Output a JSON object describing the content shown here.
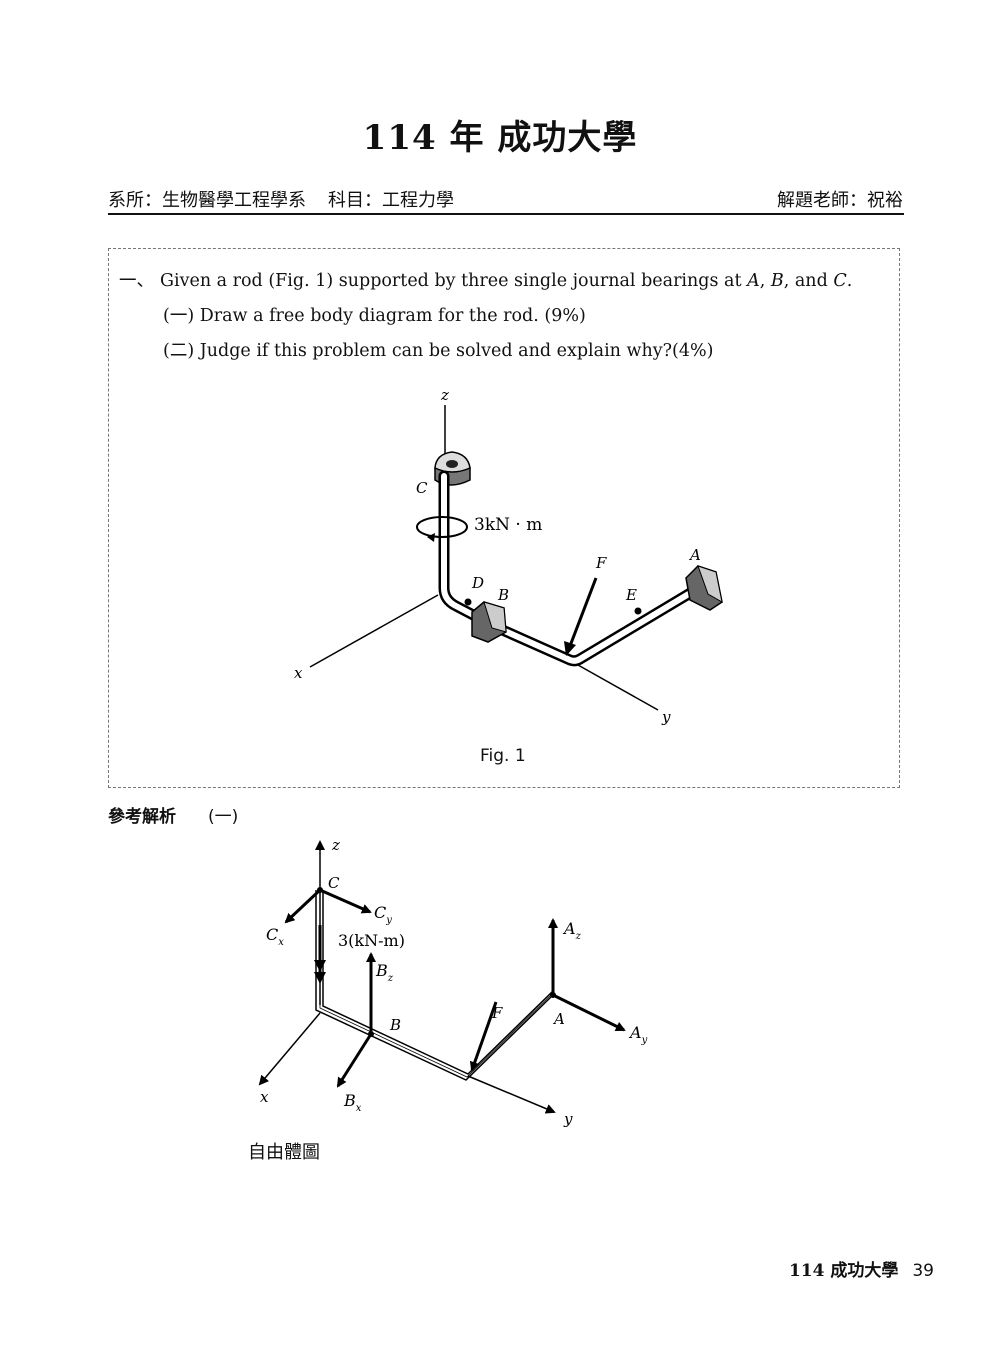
{
  "header": {
    "title": "114 年  成功大學",
    "department": "系所：生物醫學工程學系",
    "subject": "科目：工程力學",
    "teacher": "解題老師：祝裕"
  },
  "question": {
    "number": "一、",
    "prompt_prefix": "Given a rod (Fig. 1) supported by three single journal bearings at ",
    "pt_a": "A",
    "sep1": ", ",
    "pt_b": "B",
    "sep2": ", and ",
    "pt_c": "C",
    "end": ".",
    "part1": "(一) Draw a free body diagram for the rod. (9%)",
    "part2": "(二) Judge if this problem can be solved and explain why?(4%)",
    "figure_caption": "Fig. 1"
  },
  "figure1": {
    "axis_z": "z",
    "axis_x": "x",
    "axis_y": "y",
    "label_c": "C",
    "label_d": "D",
    "label_b": "B",
    "label_f": "F",
    "label_e": "E",
    "label_a": "A",
    "moment": "3kN · m"
  },
  "answer": {
    "heading": "參考解析",
    "part": "(一)",
    "caption": "自由體圖"
  },
  "figure2": {
    "axis_z": "z",
    "axis_x": "x",
    "axis_y": "y",
    "label_c": "C",
    "label_b": "B",
    "label_a": "A",
    "label_f": "F",
    "cx": "C",
    "cx_sub": "x",
    "cy": "C",
    "cy_sub": "y",
    "bz": "B",
    "bz_sub": "z",
    "bx": "B",
    "bx_sub": "x",
    "az": "A",
    "az_sub": "z",
    "ay": "A",
    "ay_sub": "y",
    "moment": "3(kN-m)"
  },
  "footer": {
    "school": "114 成功大學",
    "page": "39"
  }
}
